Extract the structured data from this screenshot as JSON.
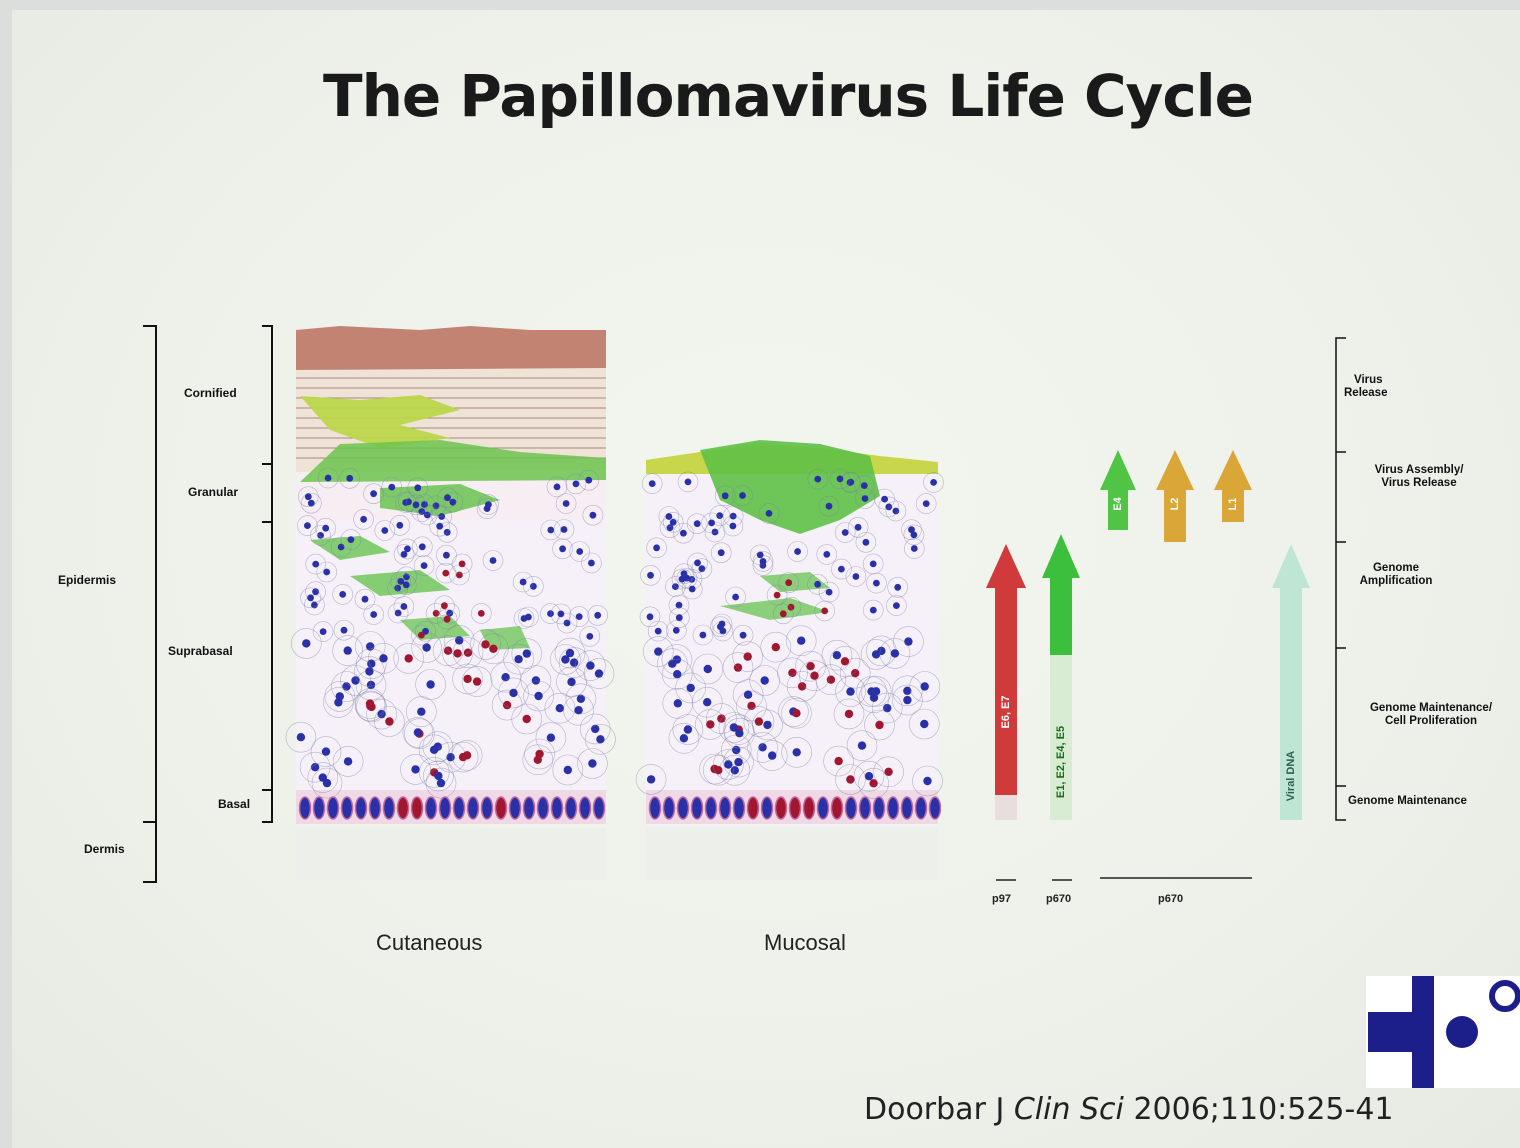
{
  "title": "The Papillomavirus Life Cycle",
  "outer_labels": {
    "epidermis": "Epidermis",
    "dermis": "Dermis"
  },
  "layers": {
    "cornified": "Cornified",
    "granular": "Granular",
    "suprabasal": "Suprabasal",
    "basal": "Basal"
  },
  "panels": {
    "cutaneous": "Cutaneous",
    "mucosal": "Mucosal"
  },
  "genes": {
    "e6e7": "E6, E7",
    "e1e2e4e5": "E1, E2, E4, E5",
    "e4": "E4",
    "l2": "L2",
    "l1": "L1",
    "viral_dna": "Viral DNA"
  },
  "promoters": {
    "p97": "p97",
    "p670a": "p670",
    "p670b": "p670"
  },
  "stages": {
    "virus_release": [
      "Virus",
      "Release"
    ],
    "assembly": [
      "Virus Assembly/",
      "Virus Release"
    ],
    "amplification": [
      "Genome",
      "Amplification"
    ],
    "maintenance_prolif": [
      "Genome Maintenance/",
      "Cell Proliferation"
    ],
    "maintenance": "Genome Maintenance"
  },
  "citation": {
    "author": "Doorbar J",
    "journal": "Clin Sci",
    "ref": "2006;110:525-41"
  },
  "colors": {
    "red_arrow": "#d03a3a",
    "green_arrow": "#3cbf3c",
    "gold_arrow": "#d9a637",
    "teal_arrow": "#a7dcc6",
    "cornified_top": "#b06a5a",
    "granular_green": "#5fc046",
    "nucleus_blue": "#2a31a8",
    "nucleus_red": "#a11630",
    "logo_navy": "#1c1f8a"
  }
}
